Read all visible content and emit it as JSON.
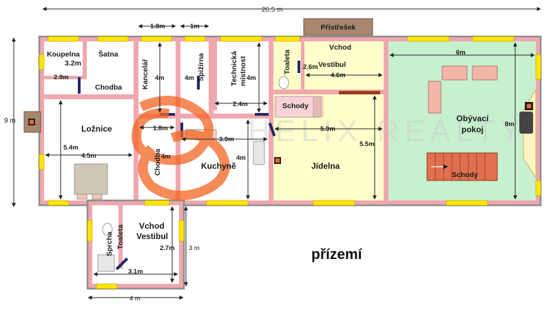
{
  "title": "přízemí",
  "watermark": "HELIX REALTY",
  "rooms": {
    "koupelna": "Koupelna",
    "koupelna_dim": "3.2m",
    "satna": "Šatna",
    "chodba_top": "Chodba",
    "kancelar": "Kancelář",
    "spizirna": "Spižírna",
    "technicka_1": "Technická",
    "technicka_2": "místnost",
    "toaleta_top": "Toaleta",
    "vchod_top": "Vchod",
    "vestibul_top": "Vestibul",
    "pristresek": "Přístřešek",
    "schody_small": "Schody",
    "obyvaci_1": "Obývací",
    "obyvaci_2": "pokoj",
    "loznice": "Ložnice",
    "chodba_mid": "Chodba",
    "kuchyne": "Kuchyně",
    "jidelna": "Jídelna",
    "schody_big": "Schody",
    "sprcha": "Sprcha",
    "toaleta_bottom": "Toaleta",
    "vchod_bottom": "Vchod",
    "vestibul_bottom": "Vestibul"
  },
  "dimensions": {
    "total_width": "26.5 m",
    "total_height": "9 m",
    "annex_width": "4 m",
    "annex_height": "3 m",
    "kancelar_w": "1.8m",
    "spizirna_w": "1m",
    "koupelna_h": "2.9m",
    "kancelar_h": "4m",
    "spizirna_h": "4m",
    "technicka_h": "4m",
    "technicka_w": "2.4m",
    "toaleta_h": "2.6m",
    "vestibul_w": "4.6m",
    "obyvaci_w": "6m",
    "obyvaci_h": "8m",
    "loznice_h": "5.4m",
    "loznice_w": "4.5m",
    "chodba_w": "1.8m",
    "chodba_h": "4m",
    "kuchyne_w": "3.9m",
    "kuchyne_h": "4m",
    "jidelna_w": "5.9m",
    "jidelna_h": "5.5m",
    "annex_inner_h": "2.7m",
    "annex_inner_w": "3.1m"
  },
  "colors": {
    "wall": "#f0a7ae",
    "room_floor": "#ffffff",
    "jidelna_floor": "#ffffcc",
    "obyvaci_floor": "#c7f0cf",
    "window": "#ffe600",
    "stairs": "#e07050",
    "watermark": "#f26522",
    "door_dark": "#1f2a6b"
  }
}
